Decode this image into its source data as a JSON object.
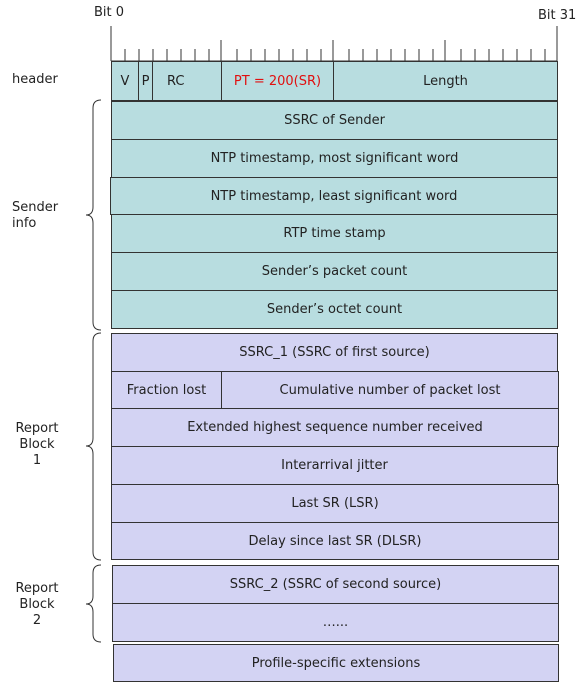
{
  "ruler": {
    "start_label": "Bit 0",
    "end_label": "Bit 31"
  },
  "groups": {
    "header": "header",
    "sender_info": [
      "Sender",
      "info"
    ],
    "report_block_1": [
      "Report",
      "Block",
      "1"
    ],
    "report_block_2": [
      "Report",
      "Block",
      "2"
    ]
  },
  "header_fields": {
    "v": "V",
    "p": "P",
    "rc": "RC",
    "pt": "PT = 200(SR)",
    "length": "Length"
  },
  "sender_rows": [
    "SSRC of Sender",
    "NTP timestamp, most significant word",
    "NTP timestamp, least significant word",
    "RTP time stamp",
    "Sender’s packet count",
    "Sender’s octet count"
  ],
  "report_block_1_rows": {
    "ssrc": "SSRC_1 (SSRC of first source)",
    "fraction_lost": "Fraction lost",
    "cumulative_lost": "Cumulative number of packet lost",
    "ext_seq": "Extended highest sequence number received",
    "jitter": "Interarrival jitter",
    "lsr": "Last SR (LSR)",
    "dlsr": "Delay since last SR (DLSR)"
  },
  "report_block_2_rows": {
    "ssrc": "SSRC_2 (SSRC of second source)",
    "more": "…..."
  },
  "extensions": "Profile-specific extensions",
  "colors": {
    "sender": "#b8dde0",
    "report": "#d3d3f3",
    "pt_text": "#e01010"
  }
}
